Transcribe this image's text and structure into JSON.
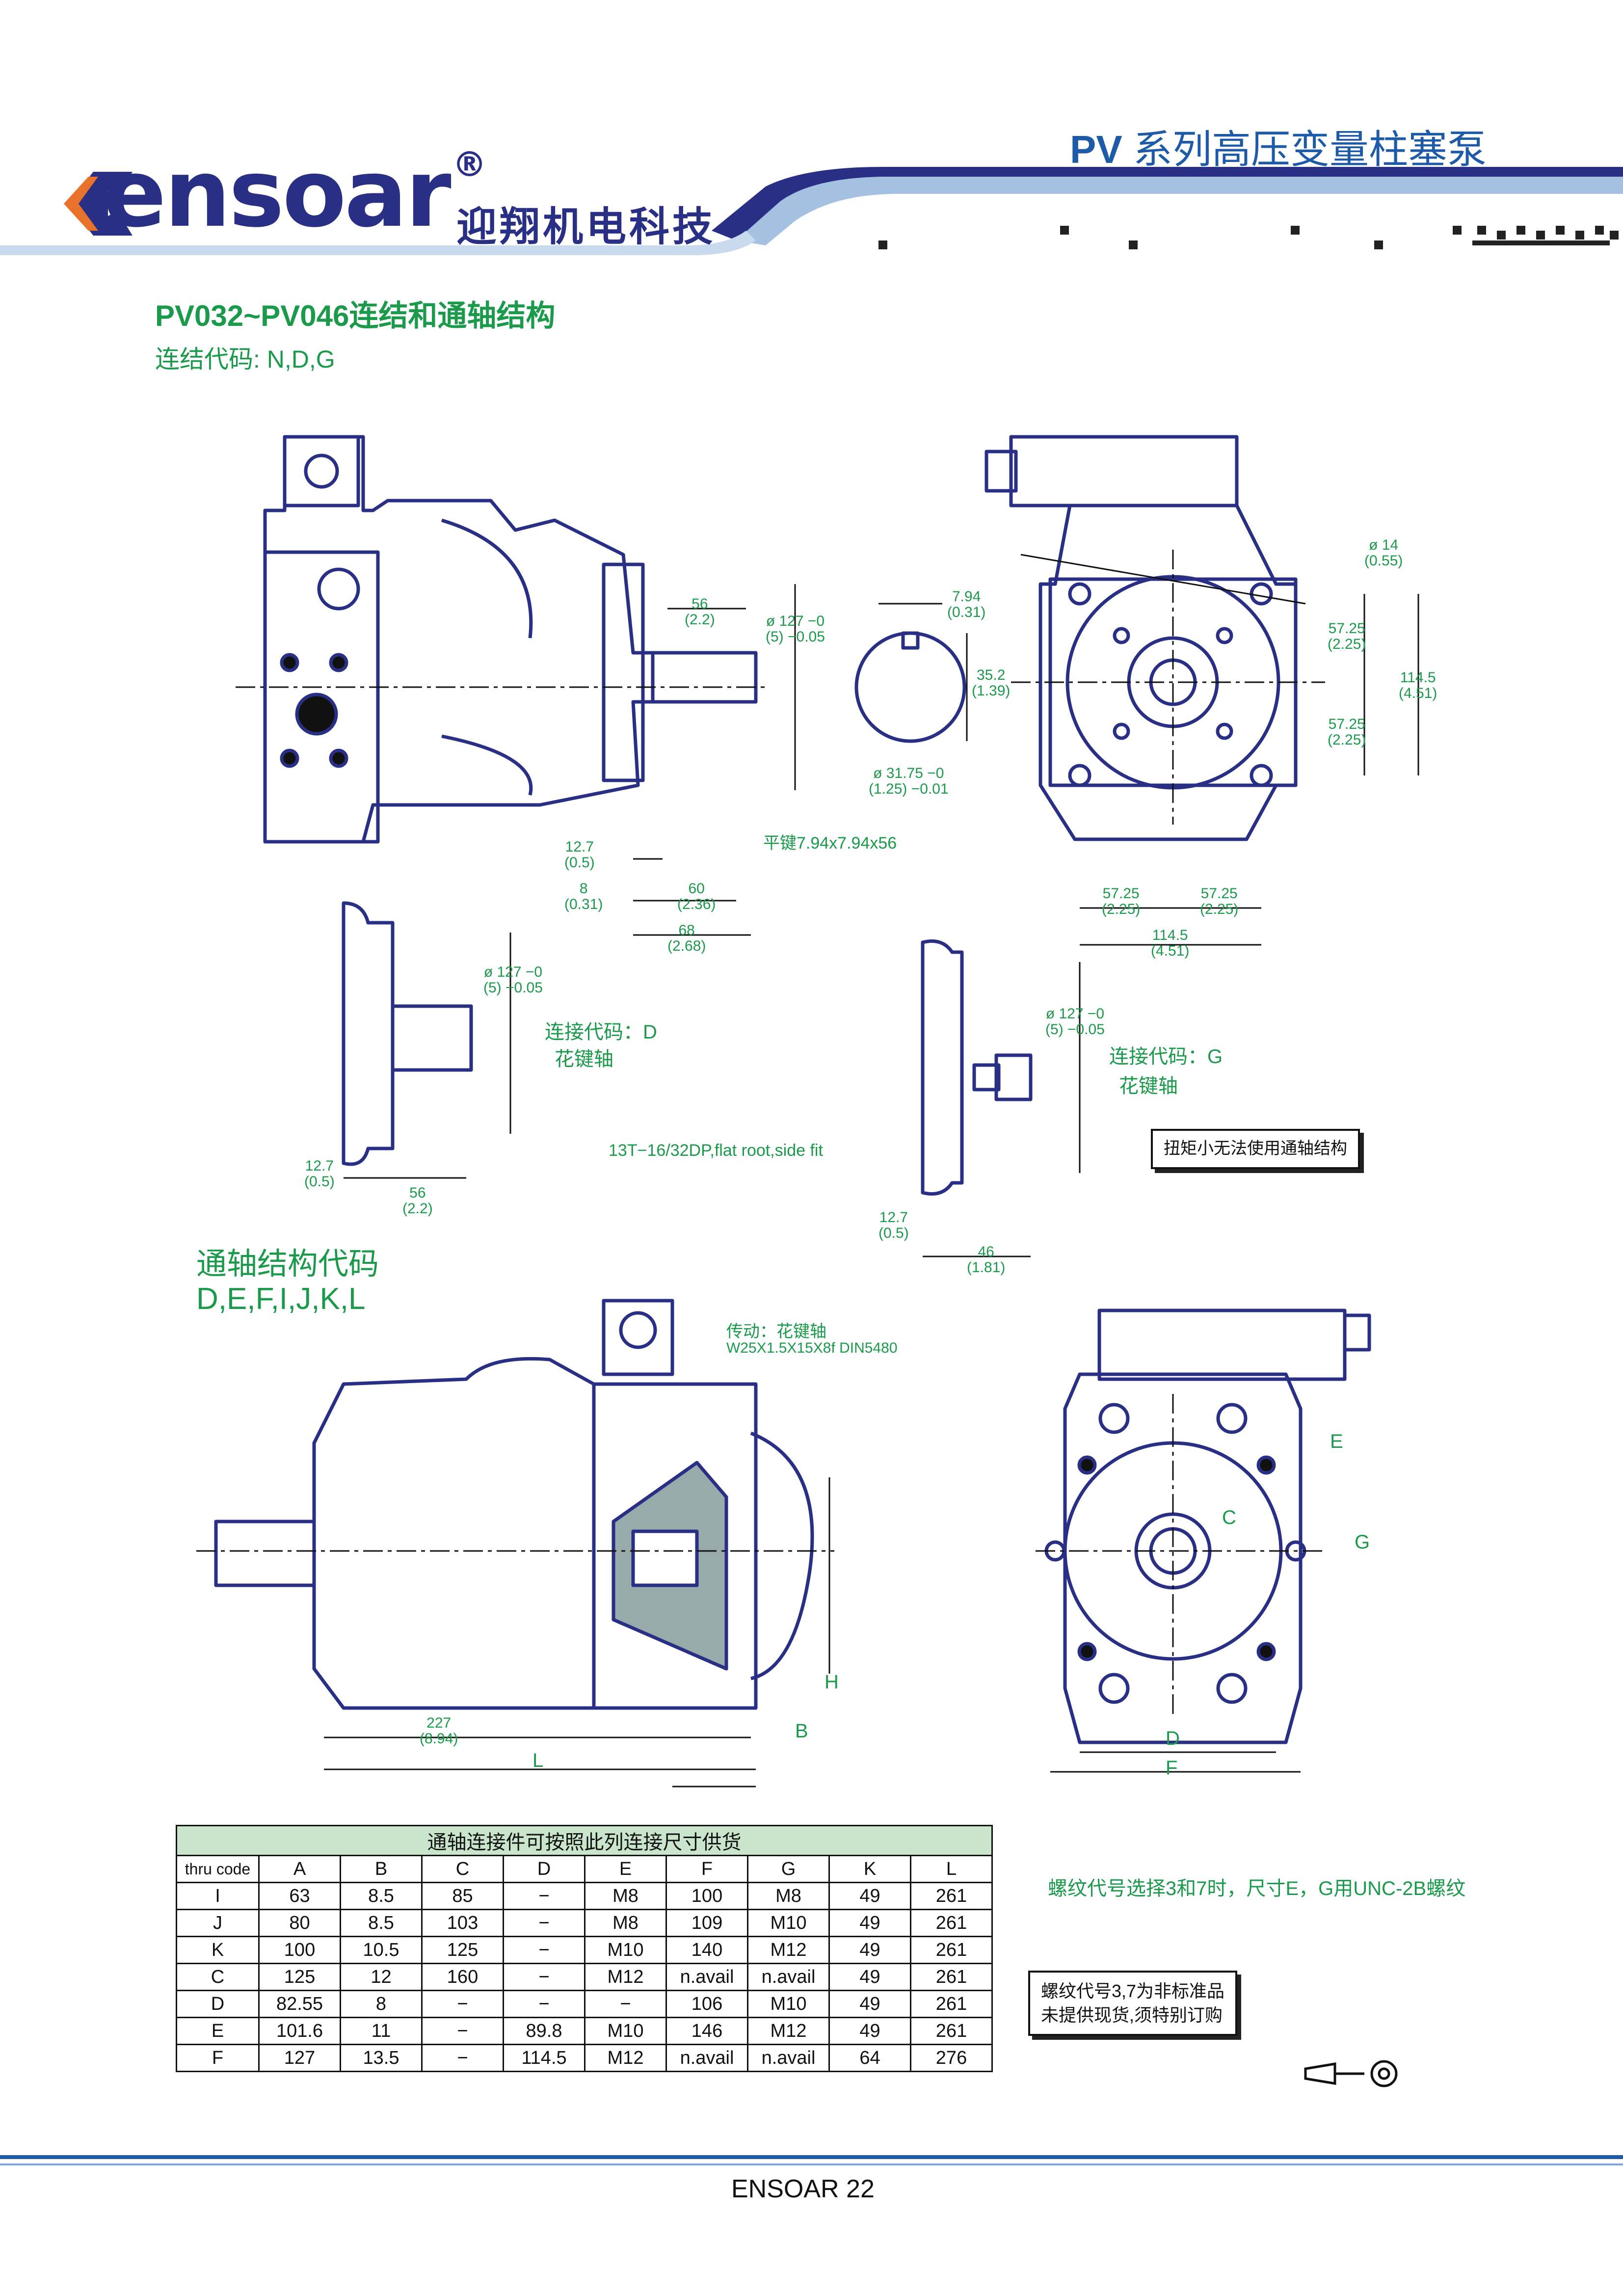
{
  "header": {
    "brand": "ensoar",
    "brand_mark": "®",
    "brand_cn": "迎翔机电科技",
    "series_prefix": "PV",
    "series_title": "系列高压变量柱塞泵",
    "colors": {
      "brand": "#2a2f86",
      "accent": "#1d5aa8",
      "green": "#1a9a4a",
      "logo_orange": "#e8722a"
    }
  },
  "section": {
    "title": "PV032~PV046连结和通轴结构",
    "subtitle": "连结代码: N,D,G"
  },
  "drawing_top": {
    "dims": {
      "d56": "56",
      "d56b": "(2.2)",
      "d127": "ø 127",
      "d127t": "−0",
      "d127t2": "−0.05",
      "d127b": "(5)",
      "d794": "7.94",
      "d794b": "(0.31)",
      "d352": "35.2",
      "d352b": "(1.39)",
      "d3175": "ø 31.75",
      "d3175t": "−0",
      "d3175t2": "−0.01",
      "d3175b": "(1.25)",
      "d127s": "12.7",
      "d127sb": "(0.5)",
      "d8": "8",
      "d8b": "(0.31)",
      "d60": "60",
      "d60b": "(2.36)",
      "d68": "68",
      "d68b": "(2.68)",
      "key": "平键7.94x7.94x56",
      "d14": "ø 14",
      "d14b": "(0.55)",
      "d5725a": "57.25",
      "d5725ab": "(2.25)",
      "d5725b": "57.25",
      "d5725bb": "(2.25)",
      "d1145": "114.5",
      "d1145b": "(4.51)",
      "d5725c": "57.25",
      "d5725cb": "(2.25)",
      "d5725d": "57.25",
      "d5725db": "(2.25)",
      "d1145h": "114.5",
      "d1145hb": "(4.51)"
    }
  },
  "drawing_mid": {
    "code_d": "连接代码：D",
    "code_d_sub": "花键轴",
    "code_g": "连接代码：G",
    "code_g_sub": "花键轴",
    "spline": "13T−16/32DP,flat root,side fit",
    "d127a": "ø 127",
    "d127at": "−0",
    "d127at2": "−0.05",
    "d127ab": "(5)",
    "d127b": "ø 127",
    "d127bt": "−0",
    "d127bt2": "−0.05",
    "d127bb": "(5)",
    "d127s1": "12.7",
    "d127s1b": "(0.5)",
    "d56": "56",
    "d56b": "(2.2)",
    "d127s2": "12.7",
    "d127s2b": "(0.5)",
    "d46": "46",
    "d46b": "(1.81)",
    "torque_note": "扭矩小无法使用通轴结构"
  },
  "thru": {
    "title": "通轴结构代码",
    "codes": "D,E,F,I,J,K,L",
    "drive": "传动：花键轴",
    "drive_spec": "W25X1.5X15X8f DIN5480",
    "d227": "227",
    "d227b": "(8.94)",
    "label_L": "L",
    "label_B": "B",
    "label_H": "H",
    "label_E": "E",
    "label_C": "C",
    "label_G": "G",
    "label_D": "D",
    "label_F": "F"
  },
  "table": {
    "caption": "通轴连接件可按照此列连接尺寸供货",
    "headers": [
      "thru code",
      "A",
      "B",
      "C",
      "D",
      "E",
      "F",
      "G",
      "K",
      "L"
    ],
    "rows": [
      [
        "I",
        "63",
        "8.5",
        "85",
        "−",
        "M8",
        "100",
        "M8",
        "49",
        "261"
      ],
      [
        "J",
        "80",
        "8.5",
        "103",
        "−",
        "M8",
        "109",
        "M10",
        "49",
        "261"
      ],
      [
        "K",
        "100",
        "10.5",
        "125",
        "−",
        "M10",
        "140",
        "M12",
        "49",
        "261"
      ],
      [
        "C",
        "125",
        "12",
        "160",
        "−",
        "M12",
        "n.avail",
        "n.avail",
        "49",
        "261"
      ],
      [
        "D",
        "82.55",
        "8",
        "−",
        "−",
        "−",
        "106",
        "M10",
        "49",
        "261"
      ],
      [
        "E",
        "101.6",
        "11",
        "−",
        "89.8",
        "M10",
        "146",
        "M12",
        "49",
        "261"
      ],
      [
        "F",
        "127",
        "13.5",
        "−",
        "114.5",
        "M12",
        "n.avail",
        "n.avail",
        "64",
        "276"
      ]
    ]
  },
  "notes": {
    "thread": "螺纹代号选择3和7时，尺寸E，G用UNC-2B螺纹",
    "nonstandard_1": "螺纹代号3,7为非标准品",
    "nonstandard_2": "未提供现货,须特别订购"
  },
  "footer": {
    "page": "ENSOAR 22"
  }
}
